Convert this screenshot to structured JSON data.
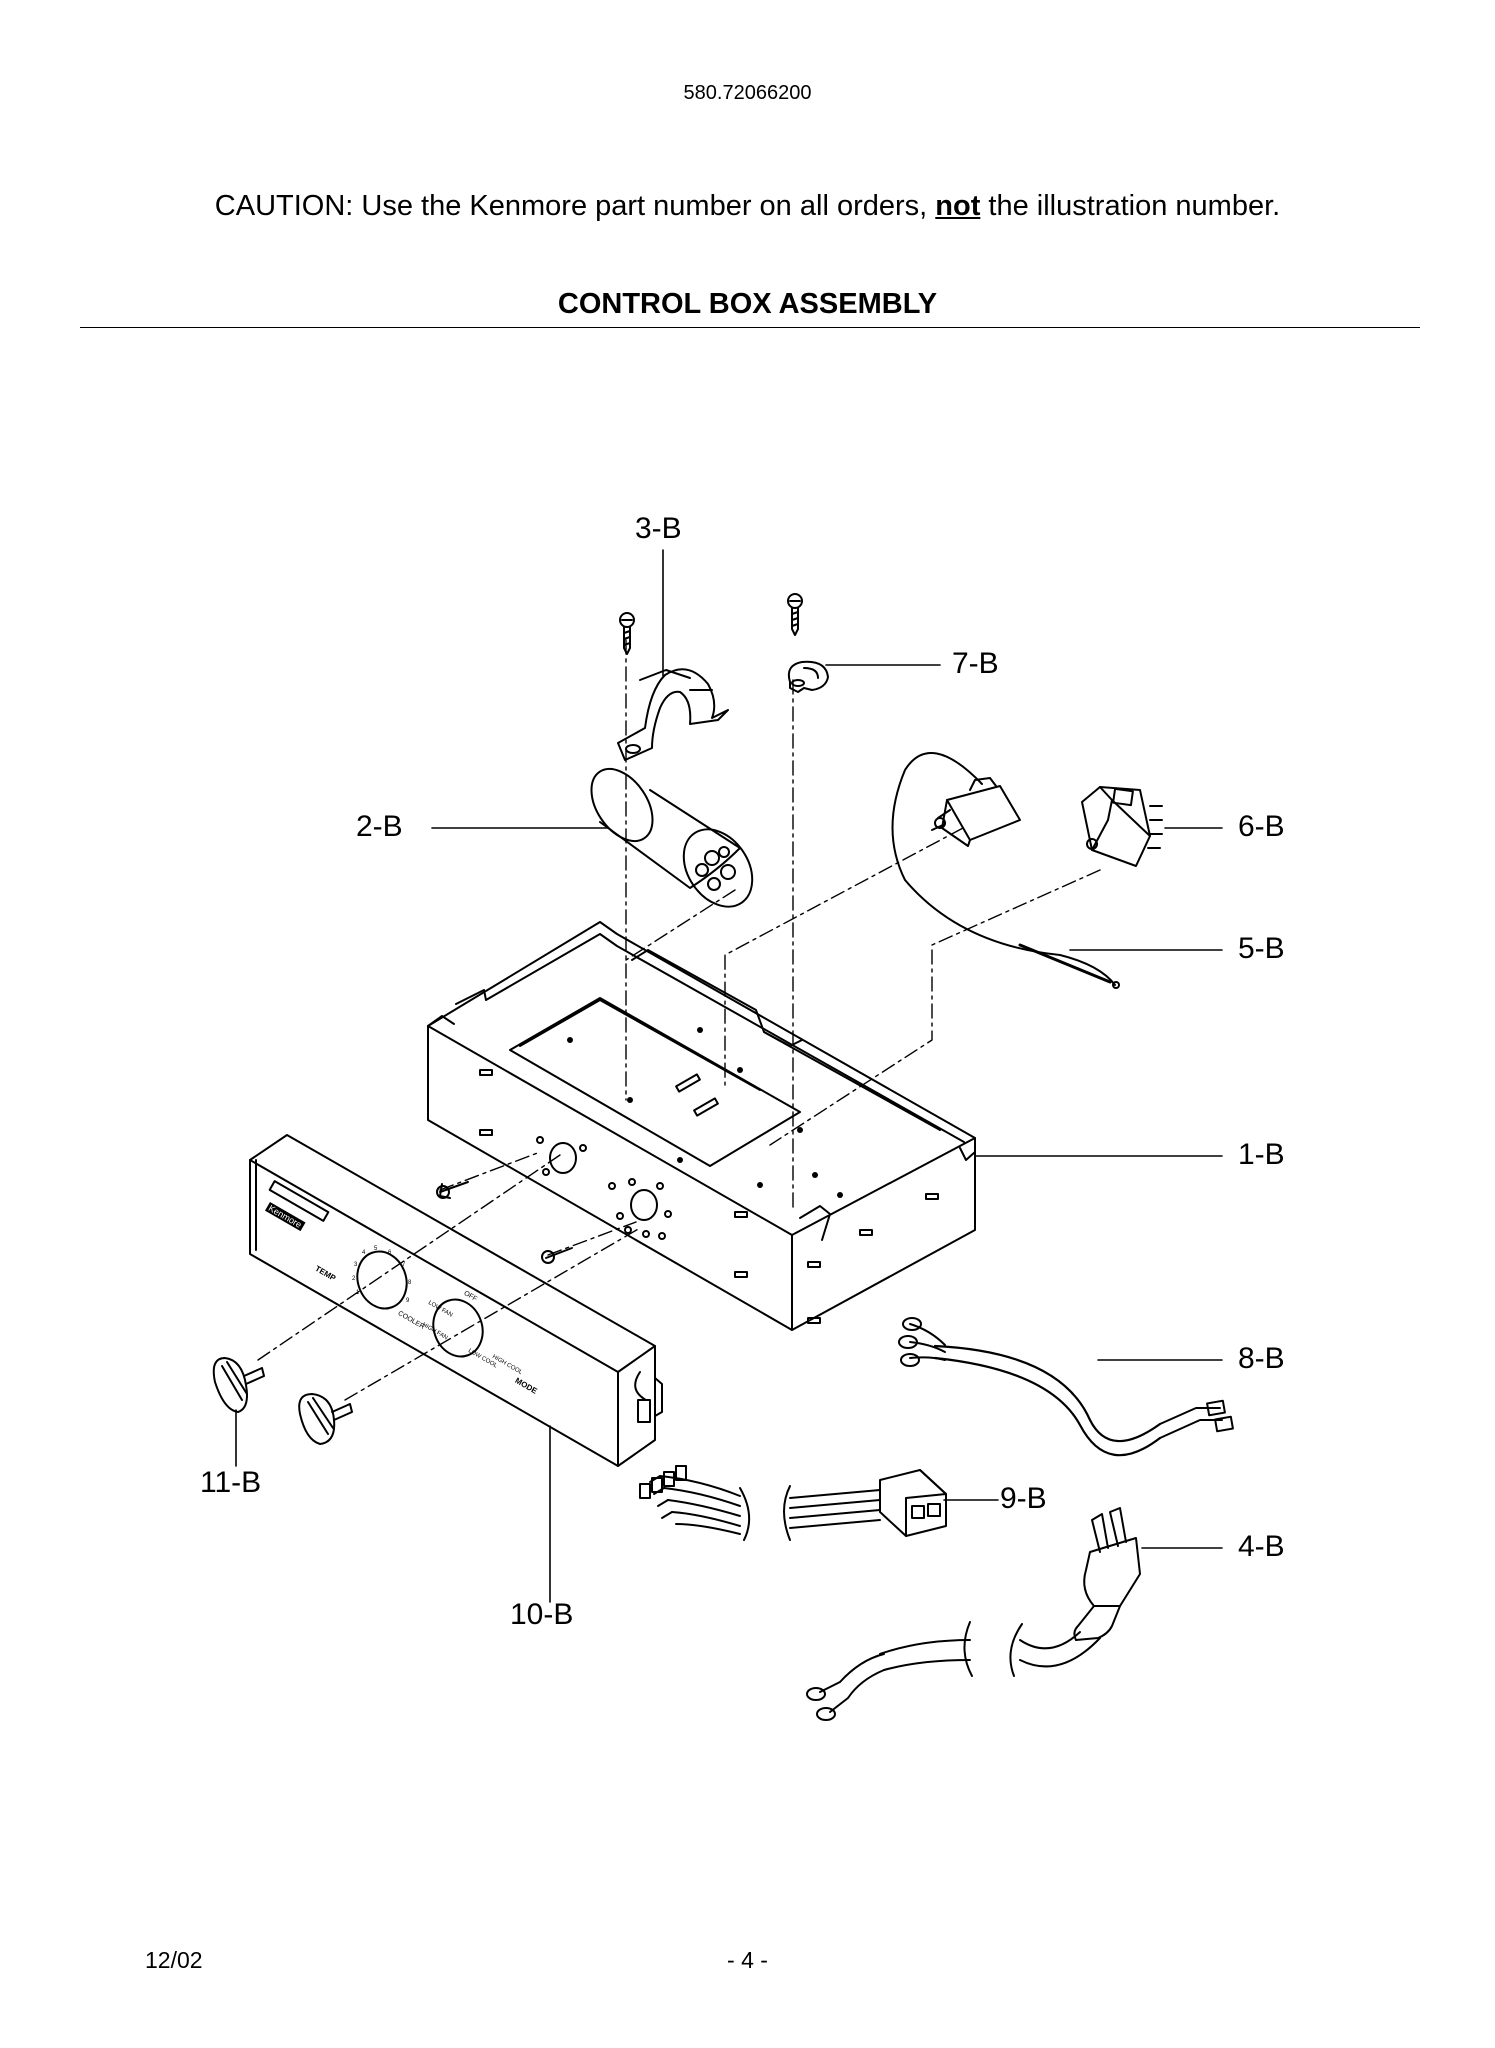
{
  "header": {
    "model_number": "580.72066200",
    "caution_prefix": "CAUTION: Use the Kenmore part number on all orders, ",
    "caution_emphasis": "not",
    "caution_suffix": " the illustration number.",
    "section_title": "CONTROL BOX ASSEMBLY"
  },
  "callouts": {
    "c1": "1-B",
    "c2": "2-B",
    "c3": "3-B",
    "c4": "4-B",
    "c5": "5-B",
    "c6": "6-B",
    "c7": "7-B",
    "c8": "8-B",
    "c9": "9-B",
    "c10": "10-B",
    "c11": "11-B"
  },
  "panel": {
    "brand": "Kenmore",
    "temp": "TEMP",
    "mode": "MODE",
    "cooler": "COOLER",
    "off": "OFF",
    "fan_low": "LOW FAN",
    "fan_high": "HIGH FAN",
    "cool_low": "LOW COOL",
    "cool_high": "HIGH COOL",
    "dial_numbers": [
      "1",
      "2",
      "3",
      "4",
      "5",
      "6",
      "7",
      "8",
      "9"
    ]
  },
  "footer": {
    "date": "12/02",
    "page": "- 4 -"
  }
}
